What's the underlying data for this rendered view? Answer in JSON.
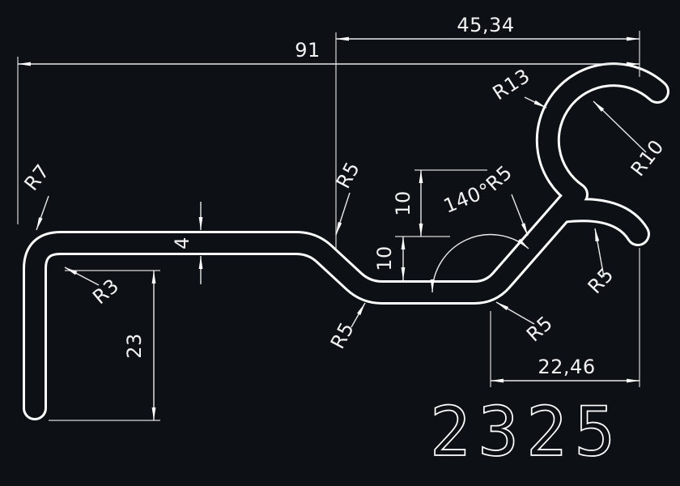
{
  "drawing": {
    "part_number": "2325",
    "labels": {
      "total_width": "91",
      "right_width": "45,34",
      "bottom_right_width": "22,46",
      "leg_height": "23",
      "wall_thickness": "4",
      "offset_upper": "10",
      "offset_lower": "10",
      "bend_angle": "140°",
      "radius_outer_c": "R13",
      "radius_inner_c": "R10",
      "radius_top_left": "R7",
      "radius_inner_corner": "R3",
      "radius_bend_top": "R5",
      "radius_bend_inner": "R5",
      "radius_arm": "R5",
      "radius_bend_lower_right": "R5",
      "radius_bend_lower_left": "R5"
    },
    "colors": {
      "background": "#0d1115",
      "line": "#ffffff"
    }
  }
}
